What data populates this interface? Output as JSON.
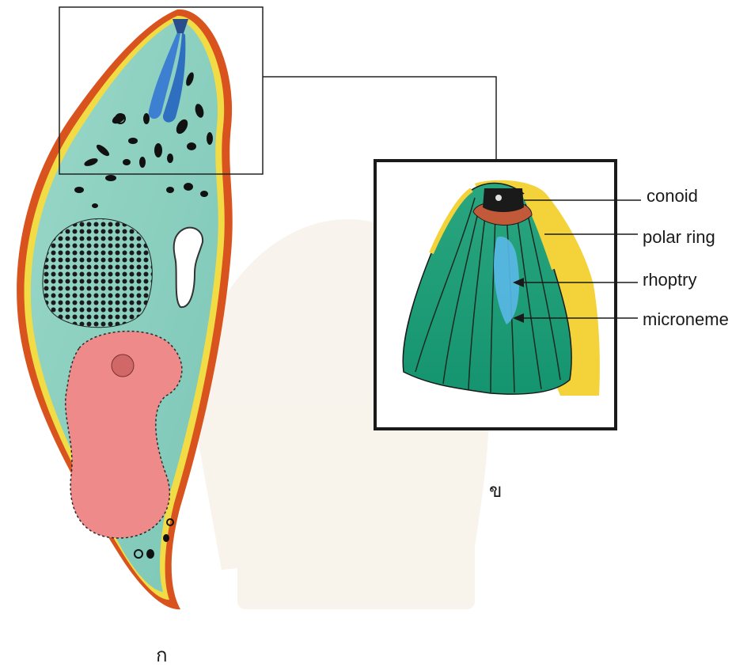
{
  "figure": {
    "panel_a_label": "ก",
    "panel_b_label": "ข"
  },
  "labels": [
    {
      "id": "conoid",
      "text": "conoid"
    },
    {
      "id": "polar-ring",
      "text": "polar ring"
    },
    {
      "id": "rhoptry",
      "text": "rhoptry"
    },
    {
      "id": "microneme",
      "text": "microneme"
    }
  ],
  "colors": {
    "cytoplasm": "#8fd0c0",
    "pellicle_outer": "#d9531e",
    "pellicle_inner": "#f2dc45",
    "nucleus": "#ee8a8a",
    "rhoptry": "#3d7fd0",
    "apical_green": "#1c9a78",
    "apical_yellow": "#f3d23a"
  }
}
